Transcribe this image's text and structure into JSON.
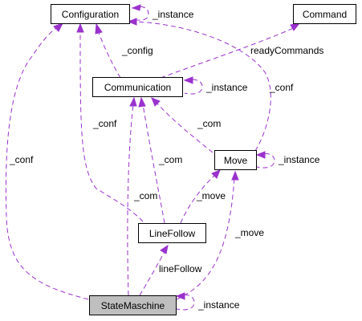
{
  "nodes": {
    "configuration": "Configuration",
    "command": "Command",
    "communication": "Communication",
    "move": "Move",
    "linefollow": "LineFollow",
    "statemaschine": "StateMaschine"
  },
  "edges": {
    "configuration_instance": "_instance",
    "communication_config": "_config",
    "communication_readycommands": "readyCommands",
    "communication_instance": "_instance",
    "move_conf": "_conf",
    "move_com": "_com",
    "move_instance": "_instance",
    "linefollow_conf": "_conf",
    "linefollow_com": "_com",
    "linefollow_move": "_move",
    "statemaschine_conf": "_conf",
    "statemaschine_com": "_com",
    "statemaschine_move": "_move",
    "statemaschine_linefollow": "lineFollow",
    "statemaschine_instance": "_instance"
  },
  "colors": {
    "edge": "#9a32cd",
    "highlight_fill": "#bfbfbf"
  }
}
